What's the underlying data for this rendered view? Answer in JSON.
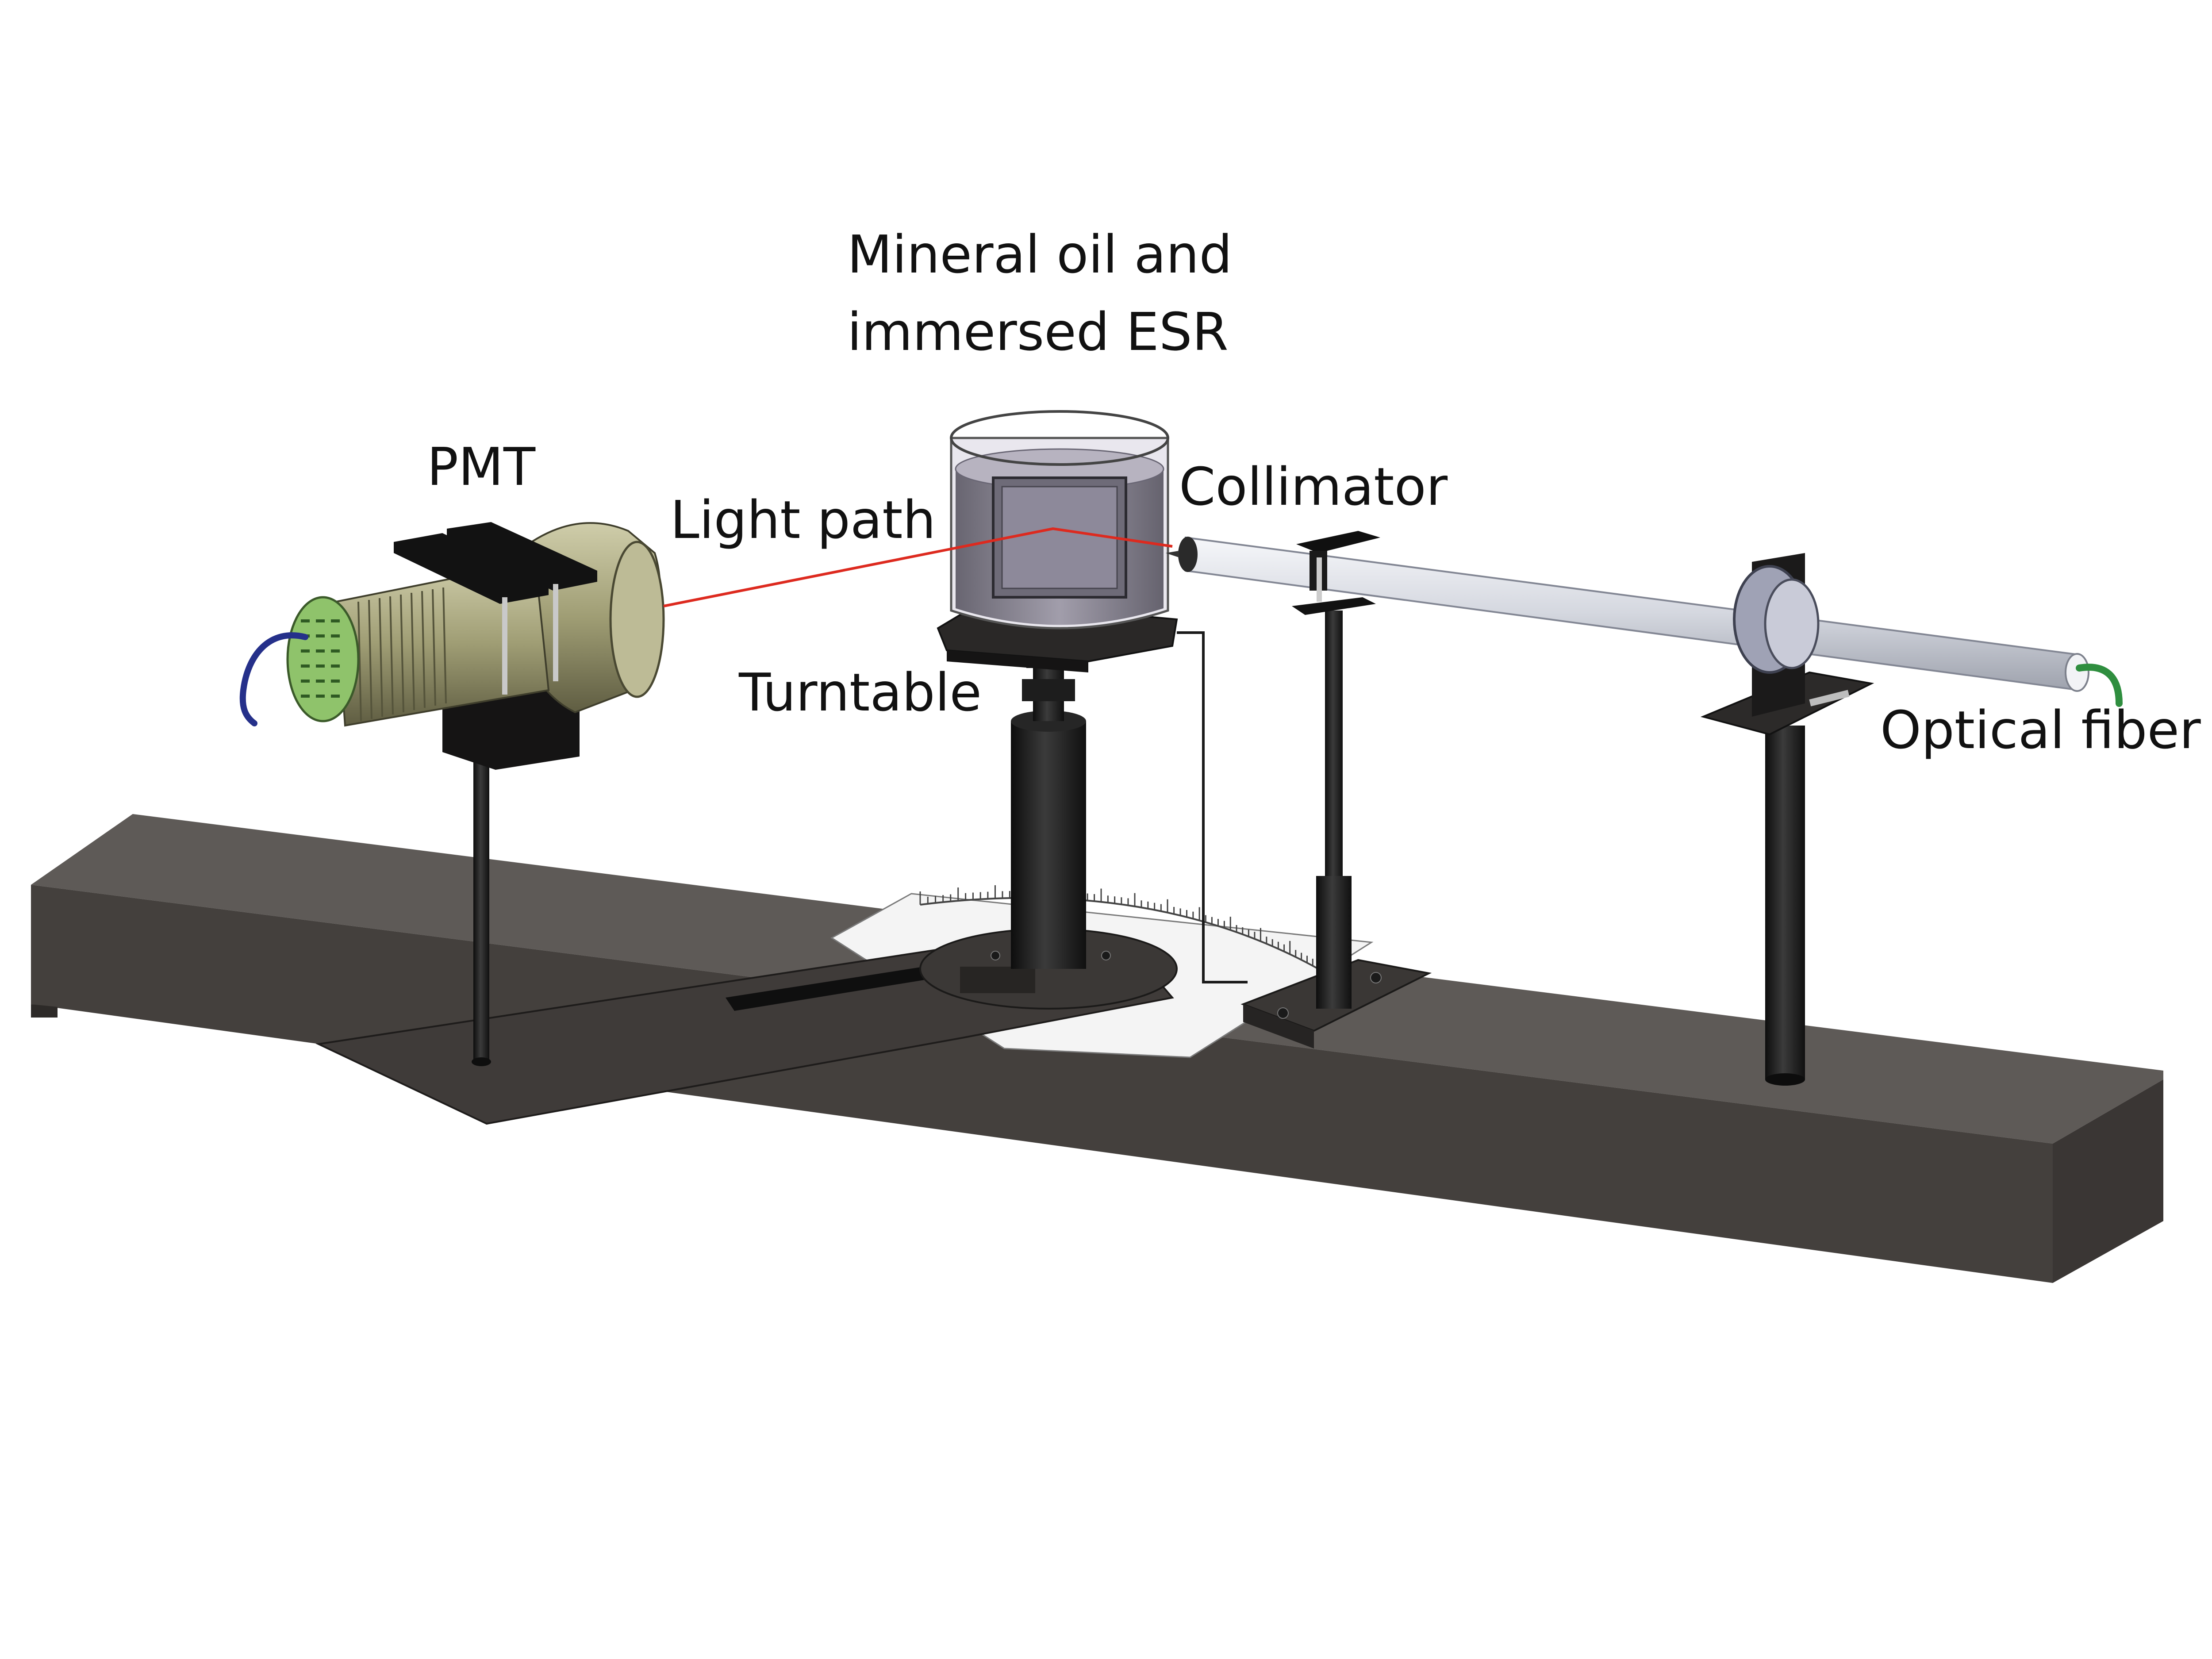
{
  "labels": {
    "oil_line1": "Mineral oil and",
    "oil_line2": "immersed ESR",
    "pmt": "PMT",
    "light_path": "Light path",
    "collimator": "Collimator",
    "turntable": "Turntable",
    "optical_fiber": "Optical fiber"
  },
  "colors": {
    "rail_top": "#5e5a57",
    "rail_front": "#44403d",
    "rail_end": "#3a3634",
    "metal": "#2a2828",
    "light_path": "#dd2a1f",
    "pmt_body": "#a9a77f",
    "pmt_board": "#8fc36b",
    "oil": "#7e7a86",
    "tube": "#e3e5ec",
    "fiber": "#2f8e3f",
    "cable": "#25308a"
  }
}
